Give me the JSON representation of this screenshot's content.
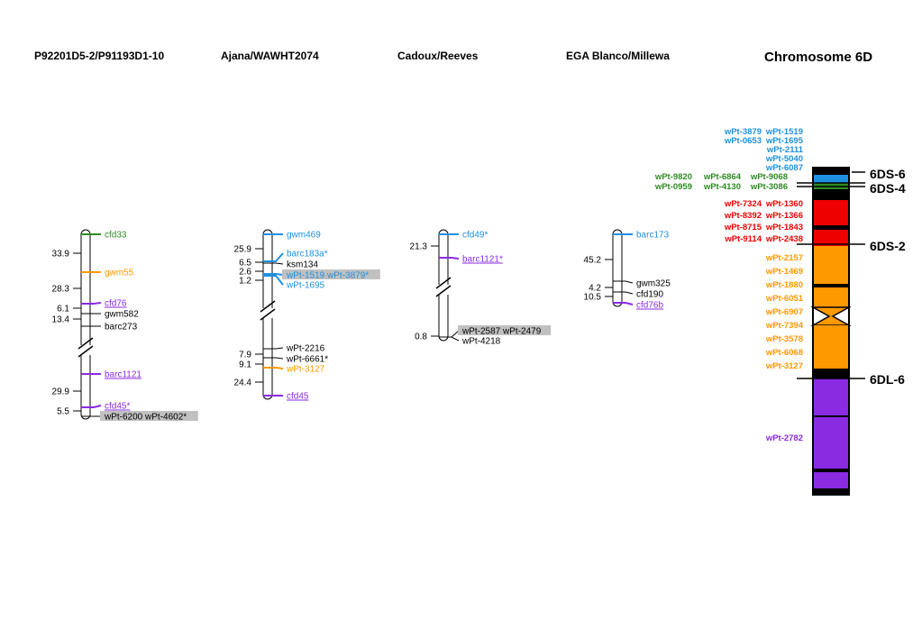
{
  "colors": {
    "green": "#2e8b22",
    "orange": "#ff9900",
    "blue": "#1e90e0",
    "purple": "#8a2be2",
    "red": "#ee0000",
    "black": "#000000",
    "highlight": "#c0c0c0"
  },
  "linkage_maps": [
    {
      "title": "P92201D5-2/P91193D1-10",
      "distances": [
        "33.9",
        "28.3",
        "6.1",
        "13.4",
        "29.9",
        "5.5"
      ],
      "markers": [
        {
          "name": "cfd33",
          "color": "green",
          "underline": false
        },
        {
          "name": "gwm55",
          "color": "orange",
          "underline": false
        },
        {
          "name": "cfd76",
          "color": "purple",
          "underline": true
        },
        {
          "name": "gwm582",
          "color": "black",
          "underline": false
        },
        {
          "name": "barc273",
          "color": "black",
          "underline": false
        },
        {
          "name": "barc1121",
          "color": "purple",
          "underline": true
        },
        {
          "name": "cfd45*",
          "color": "purple",
          "underline": true
        },
        {
          "name": "wPt-6200 wPt-4602*",
          "color": "black",
          "underline": false,
          "highlight": true
        }
      ]
    },
    {
      "title": "Ajana/WAWHT2074",
      "distances": [
        "25.9",
        "6.5",
        "2.6",
        "1.2",
        "7.9",
        "9.1",
        "24.4"
      ],
      "markers": [
        {
          "name": "gwm469",
          "color": "blue",
          "underline": false
        },
        {
          "name": "barc183a*",
          "color": "blue",
          "underline": false
        },
        {
          "name": "ksm134",
          "color": "black",
          "underline": false
        },
        {
          "name": "wPt-1519 wPt-3879*",
          "color": "blue",
          "underline": false,
          "highlight": true
        },
        {
          "name": "wPt-1695",
          "color": "blue",
          "underline": false
        },
        {
          "name": "wPt-2216",
          "color": "black",
          "underline": false
        },
        {
          "name": "wPt-6661*",
          "color": "black",
          "underline": false
        },
        {
          "name": "wPt-3127",
          "color": "orange",
          "underline": false
        },
        {
          "name": "cfd45",
          "color": "purple",
          "underline": true
        }
      ]
    },
    {
      "title": "Cadoux/Reeves",
      "distances": [
        "21.3",
        "0.8"
      ],
      "markers": [
        {
          "name": "cfd49*",
          "color": "blue",
          "underline": false
        },
        {
          "name": "barc1121*",
          "color": "purple",
          "underline": true
        },
        {
          "name": "wPt-2587 wPt-2479",
          "color": "black",
          "underline": false,
          "highlight": true
        },
        {
          "name": "wPt-4218",
          "color": "black",
          "underline": false
        }
      ]
    },
    {
      "title": "EGA Blanco/Millewa",
      "distances": [
        "45.2",
        "4.2",
        "10.5"
      ],
      "markers": [
        {
          "name": "barc173",
          "color": "blue",
          "underline": false
        },
        {
          "name": "gwm325",
          "color": "black",
          "underline": false
        },
        {
          "name": "cfd190",
          "color": "black",
          "underline": false
        },
        {
          "name": "cfd76b",
          "color": "purple",
          "underline": true
        }
      ]
    }
  ],
  "chromosome": {
    "title": "Chromosome 6D",
    "bins": [
      "6DS-6",
      "6DS-4",
      "6DS-2",
      "6DL-6"
    ],
    "marker_groups": [
      {
        "color": "blue",
        "rows": [
          [
            "wPt-3879",
            "wPt-1519"
          ],
          [
            "wPt-0653",
            "wPt-1695"
          ],
          [
            "",
            "wPt-2111"
          ],
          [
            "",
            "wPt-5040"
          ],
          [
            "",
            "wPt-6087"
          ]
        ]
      },
      {
        "color": "green",
        "rows": [
          [
            "wPt-9820",
            "wPt-6864",
            "wPt-9068"
          ],
          [
            "wPt-0959",
            "wPt-4130",
            "wPt-3086"
          ]
        ]
      },
      {
        "color": "red",
        "rows": [
          [
            "wPt-7324",
            "wPt-1360"
          ],
          [
            "wPt-8392",
            "wPt-1366"
          ],
          [
            "wPt-8715",
            "wPt-1843"
          ],
          [
            "wPt-9114",
            "wPt-2438"
          ]
        ]
      },
      {
        "color": "orange",
        "rows": [
          [
            "wPt-2157"
          ],
          [
            "wPt-1469"
          ],
          [
            "wPt-1880"
          ],
          [
            "wPt-6051"
          ],
          [
            "wPt-6907"
          ],
          [
            "wPt-7394"
          ],
          [
            "wPt-3578"
          ],
          [
            "wPt-6068"
          ],
          [
            "wPt-3127"
          ]
        ]
      },
      {
        "color": "purple",
        "rows": [
          [
            "wPt-2782"
          ]
        ]
      }
    ]
  }
}
